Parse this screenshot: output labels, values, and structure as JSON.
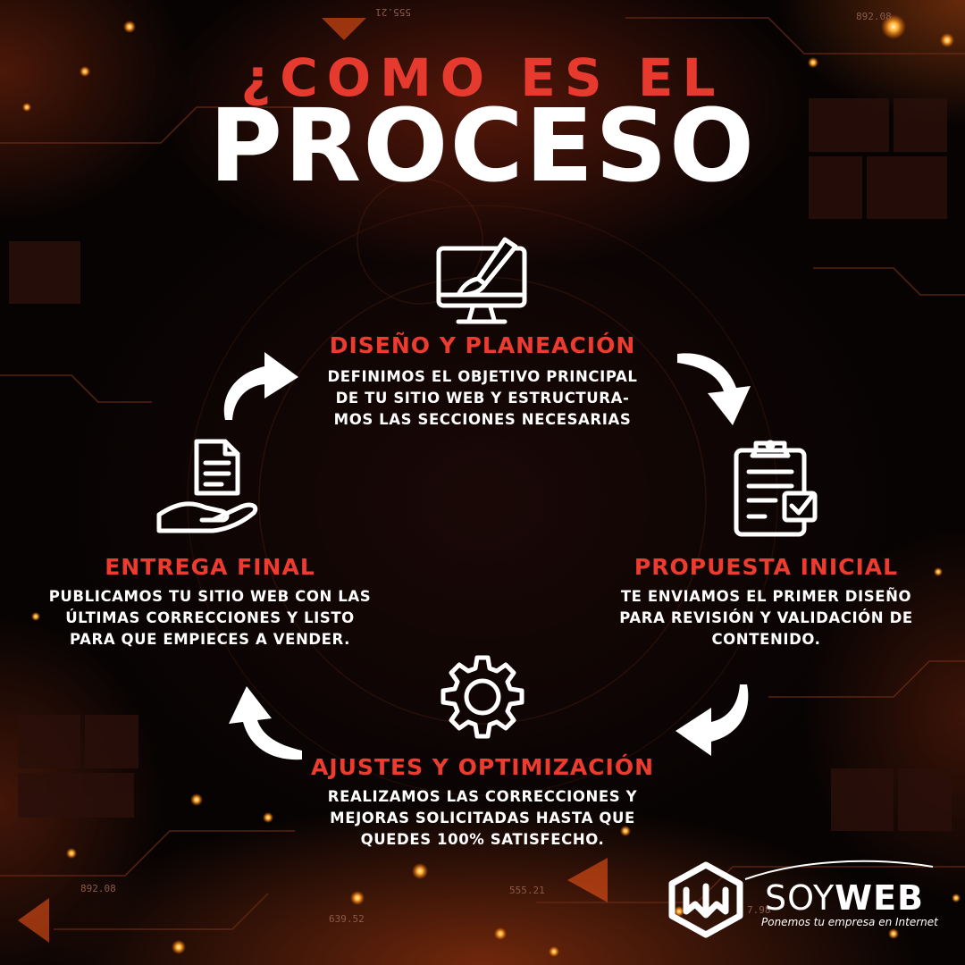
{
  "header": {
    "title_top": "¿COMO ES EL",
    "title_main": "PROCESO"
  },
  "steps": [
    {
      "title": "DISEÑO Y PLANEACIÓN",
      "desc": [
        "DEFINIMOS EL OBJETIVO PRINCIPAL",
        "DE TU SITIO WEB Y ESTRUCTURA-",
        "MOS LAS SECCIONES NECESARIAS"
      ],
      "icon": "monitor-brush-icon"
    },
    {
      "title": "PROPUESTA INICIAL",
      "desc": [
        "TE ENVIAMOS EL PRIMER DISEÑO",
        "PARA REVISIÓN Y VALIDACIÓN DE",
        "CONTENIDO."
      ],
      "icon": "clipboard-check-icon"
    },
    {
      "title": "AJUSTES Y OPTIMIZACIÓN",
      "desc": [
        "REALIZAMOS LAS CORRECCIONES Y",
        "MEJORAS SOLICITADAS HASTA QUE",
        "QUEDES 100% SATISFECHO."
      ],
      "icon": "gear-icon"
    },
    {
      "title": "ENTREGA FINAL",
      "desc": [
        "PUBLICAMOS TU SITIO WEB CON LAS",
        "ÚLTIMAS CORRECCIONES Y LISTO",
        "PARA QUE EMPIECES A VENDER."
      ],
      "icon": "hand-document-icon"
    }
  ],
  "brand": {
    "name_light": "SOY",
    "name_bold": "WEB",
    "tagline": "Ponemos tu empresa en Internet"
  },
  "background_numbers": [
    "555.21",
    "892.08",
    "892.08",
    "555.21",
    "639.52",
    "7.98"
  ],
  "colors": {
    "accent": "#ee3b30",
    "text": "#ffffff",
    "background": "#0b0505",
    "glow": "#ff8a1e"
  }
}
